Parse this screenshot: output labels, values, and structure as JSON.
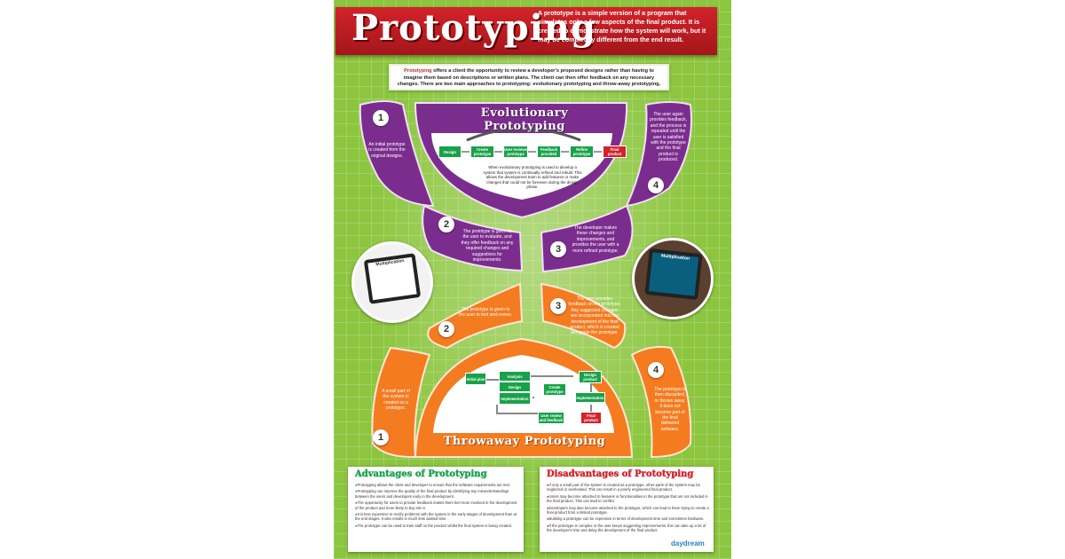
{
  "title": "Prototyping",
  "title_desc": "A prototype is a simple version of a program that simulates only a few aspects of the final product. It is created to demonstrate how the system will work, but it may be completely different from the end result.",
  "intro": {
    "keyword": "Prototyping",
    "text": " offers a client the opportunity to review a developer's proposed designs rather than having to imagine them based on descriptions or written plans. The client can then offer feedback on any necessary changes. There are two main approaches to prototyping: evolutionary prototyping and throw-away prototyping."
  },
  "evolutionary": {
    "title": "Evolutionary Prototyping",
    "steps": [
      "Design",
      "Create prototype",
      "User reviews prototype",
      "Feedback provided",
      "Refine prototype",
      "Final product"
    ],
    "desc": "When evolutionary prototyping is used to develop a system that system is continually refined and rebuilt. This allows the development team to add features or make changes that could not be foreseen during the design phase.",
    "stages": [
      {
        "num": "1",
        "text": "An initial prototype is created from the original designs."
      },
      {
        "num": "2",
        "text": "The prototype is given to the user to evaluate, and they offer feedback on any required changes and suggestions for improvements."
      },
      {
        "num": "3",
        "text": "The developer makes these changes and improvements, and provides the user with a more refined prototype."
      },
      {
        "num": "4",
        "text": "The user again provides feedback, and the process is repeated until the user is satisfied with the prototype and the final product is produced."
      }
    ]
  },
  "throwaway": {
    "title": "Throwaway Prototyping",
    "boxes": {
      "initial": "Initial plan",
      "analysis": "Analysis",
      "design": "Design",
      "implementation": "Implementation",
      "create": "Create prototype",
      "review": "User review and feedback",
      "design_product": "Design product",
      "implementation2": "Implementation",
      "final": "Final product"
    },
    "stages": [
      {
        "num": "1",
        "text": "A small part of the system is created as a prototype."
      },
      {
        "num": "2",
        "text": "The prototype is given to the user to test and review."
      },
      {
        "num": "3",
        "text": "The user provides feedback on the prototype. Any suggested changes are incorporated into the development of the final product, which is created alongside the prototype."
      },
      {
        "num": "4",
        "text": "The prototype is then discarded, or thrown away. It does not become part of the final delivered software."
      }
    ]
  },
  "tablet_left": "Multiplication",
  "tablet_right": "Multiplication",
  "advantages": {
    "title": "Advantages of Prototyping",
    "items": [
      "Prototyping allows the client and developer to ensure that the software requirements are met.",
      "Prototyping can improve the quality of the final product by identifying any misunderstandings between the users and developers early in the development.",
      "The opportunity for users to provide feedback makes them feel more involved in the development of the product and more likely to buy into it.",
      "It is less expensive to rectify problems with the system in the early stages of development than at the end stages. It also results in much less wasted time.",
      "The prototype can be used to train staff on the product whilst the final system is being created."
    ]
  },
  "disadvantages": {
    "title": "Disadvantages of Prototyping",
    "items": [
      "If only a small part of the system is created as a prototype, other parts of the system may be neglected or overlooked. This can result in a poorly engineered final product.",
      "Users may become attached to features or functionalities in the prototype that are not included in the final product. This can lead to conflict.",
      "Developers may also become attached to the prototype, which can lead to them trying to create a final product from a limited prototype.",
      "Building a prototype can be expensive in terms of development time and sometimes hardware.",
      "If the prototype is complex or the user keeps suggesting improvements, this can take up a lot of the developer's time and delay the development of the final product."
    ]
  },
  "logo": "daydream",
  "colors": {
    "purple": "#7b2d8e",
    "orange": "#f47b20",
    "red": "#d2232a",
    "green": "#18a24a"
  }
}
